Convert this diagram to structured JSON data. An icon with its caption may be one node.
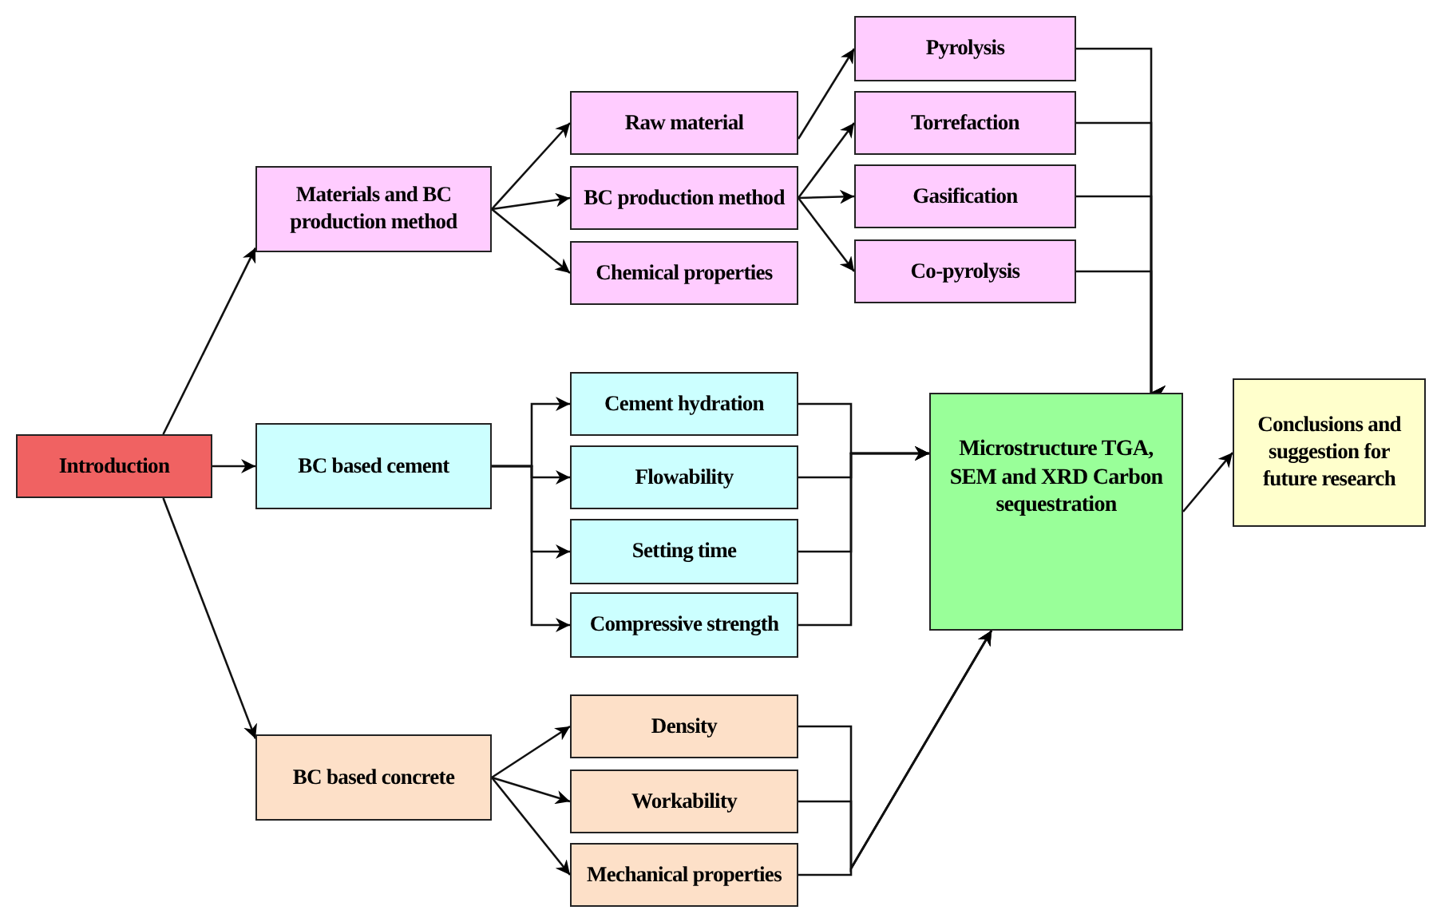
{
  "diagram": {
    "nodes": [
      {
        "text": [
          "Introduction"
        ]
      },
      {
        "text": [
          "Materials and BC production method"
        ]
      },
      {
        "text": [
          "BC based cement"
        ]
      },
      {
        "text": [
          "BC based concrete"
        ]
      },
      {
        "text": [
          "Raw material"
        ]
      },
      {
        "text": [
          "BC production method"
        ]
      },
      {
        "text": [
          "Chemical properties"
        ]
      },
      {
        "text": [
          "Pyrolysis"
        ]
      },
      {
        "text": [
          "Torrefaction"
        ]
      },
      {
        "text": [
          "Gasification"
        ]
      },
      {
        "text": [
          "Co-pyrolysis"
        ]
      },
      {
        "text": [
          "Cement hydration"
        ]
      },
      {
        "text": [
          "Flowability"
        ]
      },
      {
        "text": [
          "Setting time"
        ]
      },
      {
        "text": [
          "Compressive strength"
        ]
      },
      {
        "text": [
          "Density"
        ]
      },
      {
        "text": [
          "Workability"
        ]
      },
      {
        "text": [
          "Mechanical properties"
        ]
      },
      {
        "text": [
          "Microstructure TGA, SEM and XRD Carbon sequestration"
        ]
      },
      {
        "text": [
          "Conclusions and suggestion for future research"
        ]
      }
    ],
    "edges": [
      {
        "from": 0,
        "to": 1,
        "arrow": "to"
      },
      {
        "from": 0,
        "to": 2,
        "arrow": "to"
      },
      {
        "from": 0,
        "to": 3,
        "arrow": "to"
      },
      {
        "from": 1,
        "to": 4,
        "arrow": "to"
      },
      {
        "from": 1,
        "to": 5,
        "arrow": "to"
      },
      {
        "from": 1,
        "to": 6,
        "arrow": "to"
      },
      {
        "from": 4,
        "to": 7,
        "arrow": "to"
      },
      {
        "from": 5,
        "to": 8,
        "arrow": "to"
      },
      {
        "from": 5,
        "to": 9,
        "arrow": "to"
      },
      {
        "from": 5,
        "to": 10,
        "arrow": "to"
      },
      {
        "from": 7,
        "to": 18,
        "arrow": "to"
      },
      {
        "from": 8,
        "to": 18,
        "arrow": "to"
      },
      {
        "from": 9,
        "to": 18,
        "arrow": "to"
      },
      {
        "from": 10,
        "to": 18,
        "arrow": "to"
      },
      {
        "from": 2,
        "to": 11,
        "arrow": "to"
      },
      {
        "from": 2,
        "to": 12,
        "arrow": "to"
      },
      {
        "from": 2,
        "to": 13,
        "arrow": "to"
      },
      {
        "from": 2,
        "to": 14,
        "arrow": "to"
      },
      {
        "from": 3,
        "to": 15,
        "arrow": "to"
      },
      {
        "from": 3,
        "to": 16,
        "arrow": "to"
      },
      {
        "from": 3,
        "to": 17,
        "arrow": "to"
      },
      {
        "from": 11,
        "to": 18,
        "arrow": "to"
      },
      {
        "from": 12,
        "to": 18,
        "arrow": "to"
      },
      {
        "from": 13,
        "to": 18,
        "arrow": "to"
      },
      {
        "from": 14,
        "to": 18,
        "arrow": "to"
      },
      {
        "from": 15,
        "to": 18,
        "arrow": "to"
      },
      {
        "from": 16,
        "to": 18,
        "arrow": "to"
      },
      {
        "from": 17,
        "to": 18,
        "arrow": "to"
      },
      {
        "from": 18,
        "to": 19,
        "arrow": "to"
      }
    ]
  }
}
